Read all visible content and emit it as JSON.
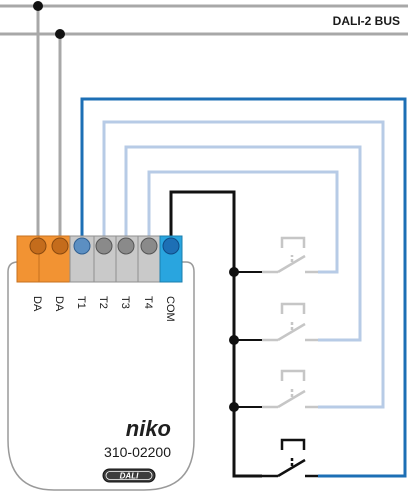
{
  "bus": {
    "label": "DALI-2 BUS"
  },
  "module": {
    "brand": "niko",
    "model": "310-02200",
    "badge": "DALI",
    "terminals": [
      "DA",
      "DA",
      "T1",
      "T2",
      "T3",
      "T4",
      "COM"
    ]
  },
  "colors": {
    "bus_wire": "#a8a8a8",
    "active_wire": "#1d6fb5",
    "inactive_wire": "#b7cbe6",
    "common_wire": "#111111",
    "terminal_orange": "#f29333",
    "terminal_grey": "#c9c9c9",
    "terminal_blue": "#29a5df",
    "inactive_switch": "#c6c6c6"
  }
}
